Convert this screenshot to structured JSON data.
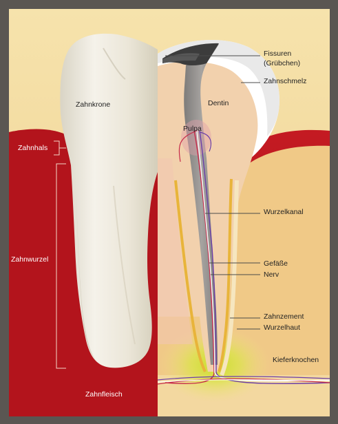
{
  "labels": {
    "zahnkrone": "Zahnkrone",
    "zahnhals": "Zahnhals",
    "zahnwurzel": "Zahnwurzel",
    "zahnfleisch": "Zahnfleisch",
    "fissuren_line1": "Fissuren",
    "fissuren_line2": "(Grübchen)",
    "zahnschmelz": "Zahnschmelz",
    "dentin": "Dentin",
    "pulpa": "Pulpa",
    "wurzelkanal": "Wurzelkanal",
    "gefaesse": "Gefäße",
    "nerv": "Nerv",
    "zahnzement": "Zahnzement",
    "wurzelhaut": "Wurzelhaut",
    "kieferknochen": "Kieferknochen"
  },
  "colors": {
    "frame": "#5a5652",
    "background": "#f3dca6",
    "gum": "#b3141c",
    "enamel": "#ffffff",
    "dentin": "#f2d1ad",
    "pulp": "#8d8b89",
    "fissure": "#3c3c3c",
    "cementum": "#e8b43a",
    "bone": "#f0c987",
    "glow": "#d7e332"
  }
}
